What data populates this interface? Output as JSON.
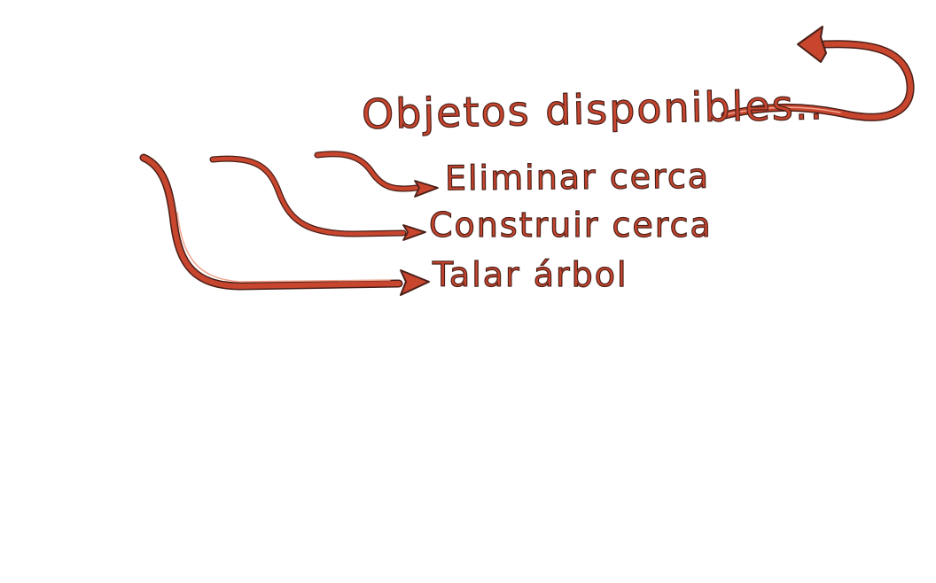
{
  "heading": "Objetos disponibles..",
  "options": [
    {
      "label": "Eliminar cerca"
    },
    {
      "label": "Construir cerca"
    },
    {
      "label": "Talar árbol"
    }
  ],
  "colors": {
    "ink": "#c8452e",
    "outline": "#4a1f18",
    "highlight": "#f2a58f",
    "background": "#ffffff"
  }
}
